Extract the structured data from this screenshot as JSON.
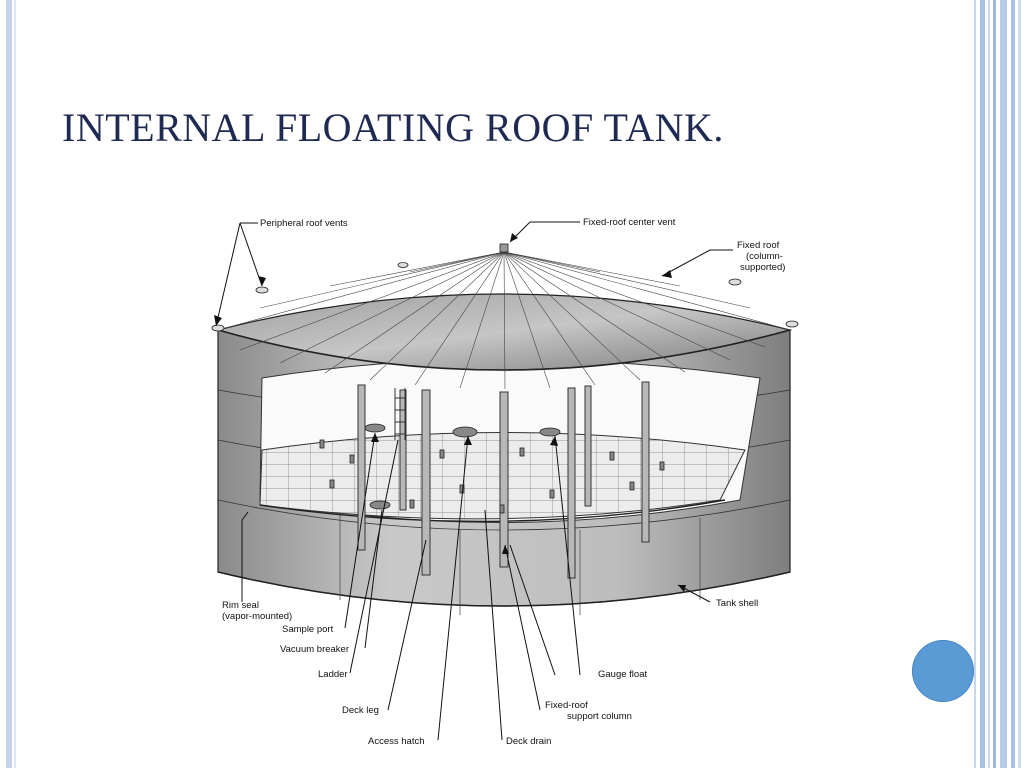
{
  "slide": {
    "title": "INTERNAL FLOATING ROOF TANK.",
    "accent_color": "#5b9bd5",
    "title_color": "#1f2a52"
  },
  "diagram": {
    "labels": {
      "peripheral_roof_vents": "Peripheral roof vents",
      "fixed_roof_center_vent": "Fixed-roof center vent",
      "fixed_roof_line1": "Fixed roof",
      "fixed_roof_line2": "(column-",
      "fixed_roof_line3": "supported)",
      "rim_seal_line1": "Rim seal",
      "rim_seal_line2": "(vapor-mounted)",
      "sample_port": "Sample port",
      "vacuum_breaker": "Vacuum breaker",
      "ladder": "Ladder",
      "deck_leg": "Deck leg",
      "access_hatch": "Access hatch",
      "deck_drain": "Deck drain",
      "support_column_line1": "Fixed-roof",
      "support_column_line2": "support column",
      "gauge_float": "Gauge float",
      "tank_shell": "Tank shell"
    }
  }
}
